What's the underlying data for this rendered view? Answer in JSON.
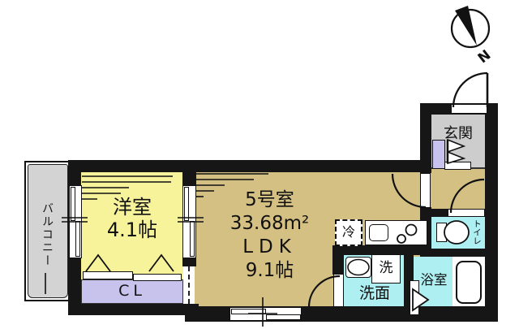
{
  "compass": {
    "north_label": "N"
  },
  "balcony": {
    "label": "バルコニー"
  },
  "western_room": {
    "name": "洋室",
    "size": "4.1帖"
  },
  "closet": {
    "label": "CL"
  },
  "ldk": {
    "room_no": "5号室",
    "area": "33.68m²",
    "type": "LDK",
    "size": "9.1帖"
  },
  "entrance": {
    "label": "玄関"
  },
  "toilet": {
    "label": "トイレ"
  },
  "washroom": {
    "label": "洗面",
    "washer_label": "洗"
  },
  "bathroom": {
    "label": "浴室"
  },
  "kitchen": {
    "fridge_label": "冷"
  },
  "colors": {
    "wall": "#161616",
    "ldk_floor": "#d5c084",
    "western_room_floor": "#f7f39b",
    "closet_floor": "#c7c3ec",
    "wet_area_floor": "#aeeff1",
    "entrance_floor": "#cdcdcd",
    "balcony_floor": "#d3d3d3"
  }
}
